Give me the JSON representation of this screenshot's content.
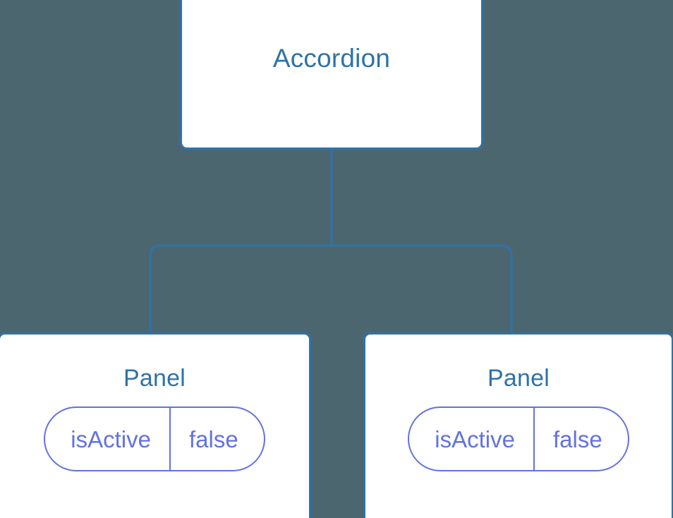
{
  "diagram": {
    "type": "component-tree",
    "background_color": "#4c6670",
    "node_border_color": "#2e73a8",
    "node_fill_color": "#ffffff",
    "title_color": "#2e73a8",
    "badge_color": "#6272e0",
    "connector_color": "#2e73a8",
    "root": {
      "label": "Accordion"
    },
    "children": [
      {
        "label": "Panel",
        "props": [
          {
            "key": "isActive",
            "value": "false"
          }
        ]
      },
      {
        "label": "Panel",
        "props": [
          {
            "key": "isActive",
            "value": "false"
          }
        ]
      }
    ]
  }
}
